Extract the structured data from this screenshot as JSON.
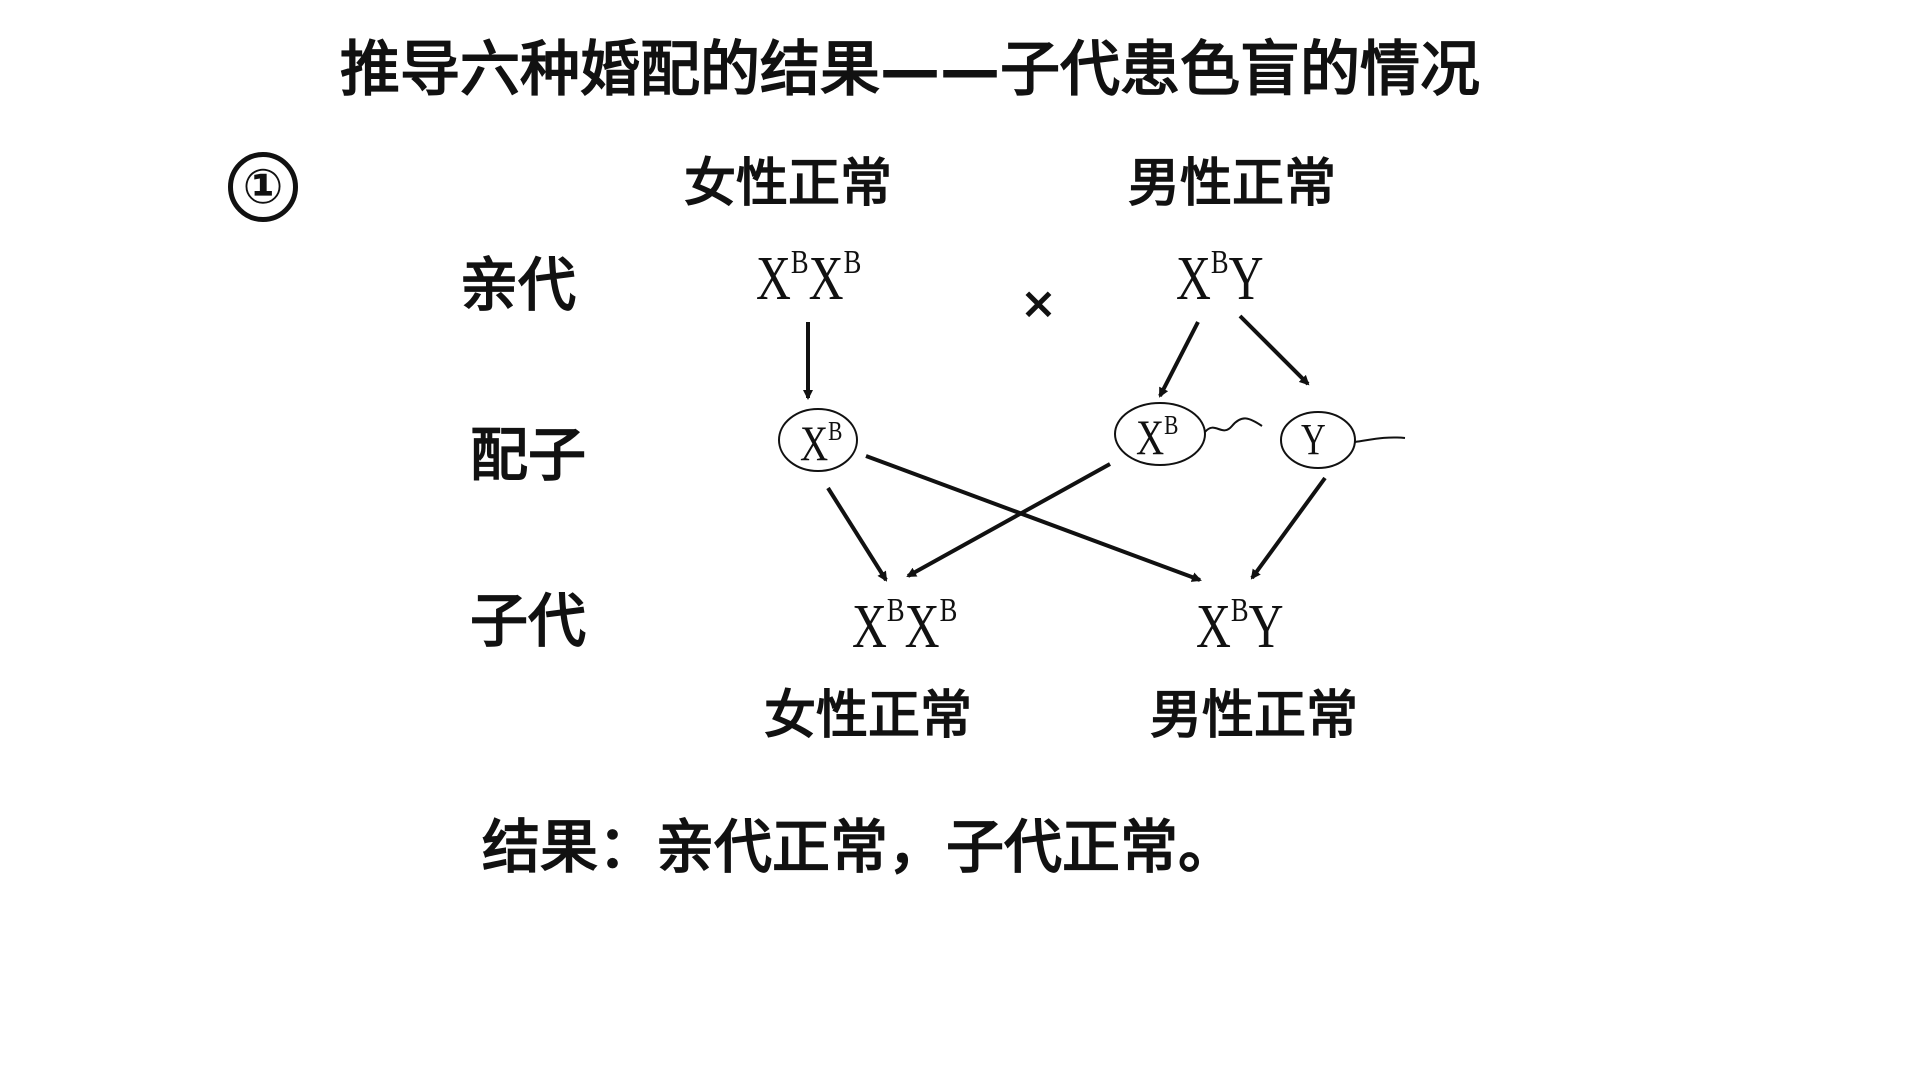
{
  "title": "推导六种婚配的结果——子代患色盲的情况",
  "case_number": "①",
  "headers": {
    "female": "女性正常",
    "male": "男性正常"
  },
  "rows": {
    "parents": "亲代",
    "gametes": "配子",
    "offspring": "子代"
  },
  "parents": {
    "female_genotype": {
      "base1": "X",
      "sup1": "B",
      "base2": "X",
      "sup2": "B"
    },
    "cross_symbol": "×",
    "male_genotype": {
      "base1": "X",
      "sup1": "B",
      "base2": "Y"
    }
  },
  "gametes": {
    "female": {
      "base": "X",
      "sup": "B"
    },
    "male_x": {
      "base": "X",
      "sup": "B"
    },
    "male_y": {
      "base": "Y"
    }
  },
  "offspring": {
    "female_genotype": {
      "base1": "X",
      "sup1": "B",
      "base2": "X",
      "sup2": "B"
    },
    "female_phenotype": "女性正常",
    "male_genotype": {
      "base1": "X",
      "sup1": "B",
      "base2": "Y"
    },
    "male_phenotype": "男性正常"
  },
  "result": "结果：亲代正常，子代正常。"
}
